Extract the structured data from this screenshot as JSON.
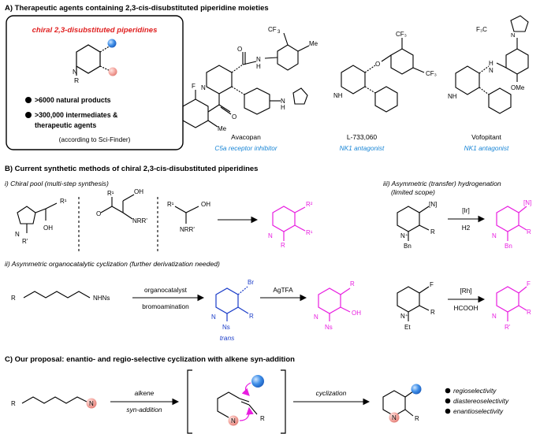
{
  "sectionA": {
    "title": "A) Therapeutic agents containing 2,3-cis-disubstituted piperidine moieties",
    "box": {
      "heading": "chiral 2,3-disubstituted piperidines",
      "bullet1": ">6000 natural products",
      "bullet2a": ">300,000 intermediates &",
      "bullet2b": "therapeutic agents",
      "note": "(according to Sci-Finder)"
    },
    "drugs": [
      {
        "name": "Avacopan",
        "activity": "C5a receptor inhibitor"
      },
      {
        "name": "L-733,060",
        "activity": "NK1 antagonist"
      },
      {
        "name": "Vofopitant",
        "activity": "NK1 antagonist"
      }
    ]
  },
  "sectionB": {
    "title": "B) Current synthetic methods of chiral 2,3-cis-disubstituted piperidines",
    "i": "i) Chiral pool (multi-step synthesis)",
    "ii": "ii) Asymmetric organocatalytic cyclization (further derivatization needed)",
    "iii_a": "iii) Asymmetric (transfer) hydrogenation",
    "iii_b": "(limited scope)",
    "reagents": {
      "organocatalyst": "organocatalyst",
      "bromoamination": "bromoamination",
      "agtfa": "AgTFA",
      "trans": "trans",
      "ir": "[Ir]",
      "h2": "H2",
      "rh": "[Rh]",
      "hcooh": "HCOOH"
    }
  },
  "sectionC": {
    "title": "C) Our proposal: enantio- and regio-selective cyclization with alkene syn-addition",
    "alkene": "alkene",
    "synaddition": "syn-addition",
    "cyclization": "cyclization",
    "bullets": [
      "regioselectivity",
      "diastereoselectivity",
      "enantioselectivity"
    ]
  },
  "colors": {
    "blue": "#1a86d6",
    "magenta": "#e81ee0",
    "red": "#e02020",
    "ballBlue": "#3f8fe8",
    "ballPink": "#f4a7a0"
  }
}
